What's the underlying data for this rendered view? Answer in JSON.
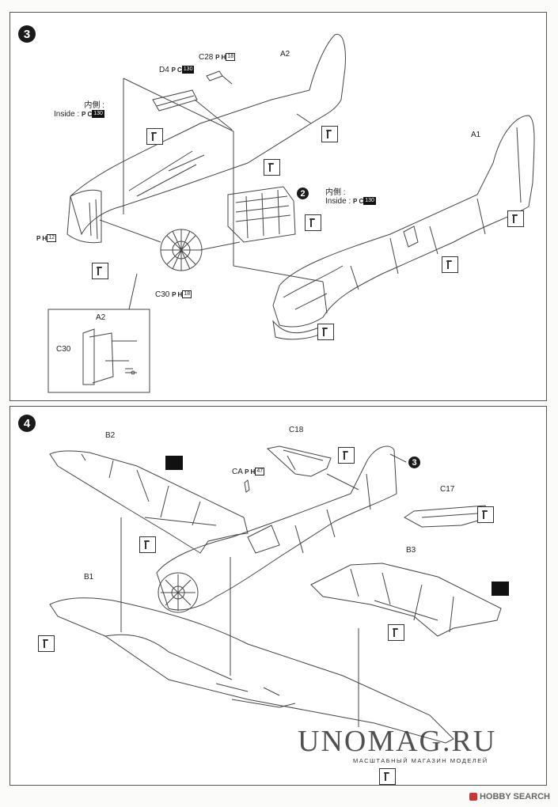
{
  "steps": {
    "step3": {
      "number": "3",
      "labels": {
        "a2": "A2",
        "a1": "A1",
        "c28": "C28",
        "c28_ref": "18",
        "d4": "D4",
        "d4_ref": "130",
        "inside_jp": "内側 :",
        "inside_en": "Inside :",
        "inside_left_ref": "130",
        "inside_right_ref": "130",
        "ph12_ref": "12",
        "c30": "C30",
        "c30_ref": "18",
        "subassembly": "2",
        "detail_a2": "A2",
        "detail_c30": "C30"
      }
    },
    "step4": {
      "number": "4",
      "labels": {
        "b2": "B2",
        "c18": "C18",
        "ca": "CA",
        "ca_ref": "47",
        "subassembly": "3",
        "c17": "C17",
        "b3": "B3",
        "b1": "B1"
      }
    },
    "ref_prefix_ph": "P H",
    "ref_prefix_pc": "P C",
    "cement_icon": "cement-icon",
    "glue_icon": "glue-icon"
  },
  "footer": {
    "watermark": "UNOMAG.RU",
    "watermark_sub": "МАСШТАБНЫЙ МАГАЗИН МОДЕЛЕЙ",
    "brand": "HOBBY SEARCH"
  }
}
